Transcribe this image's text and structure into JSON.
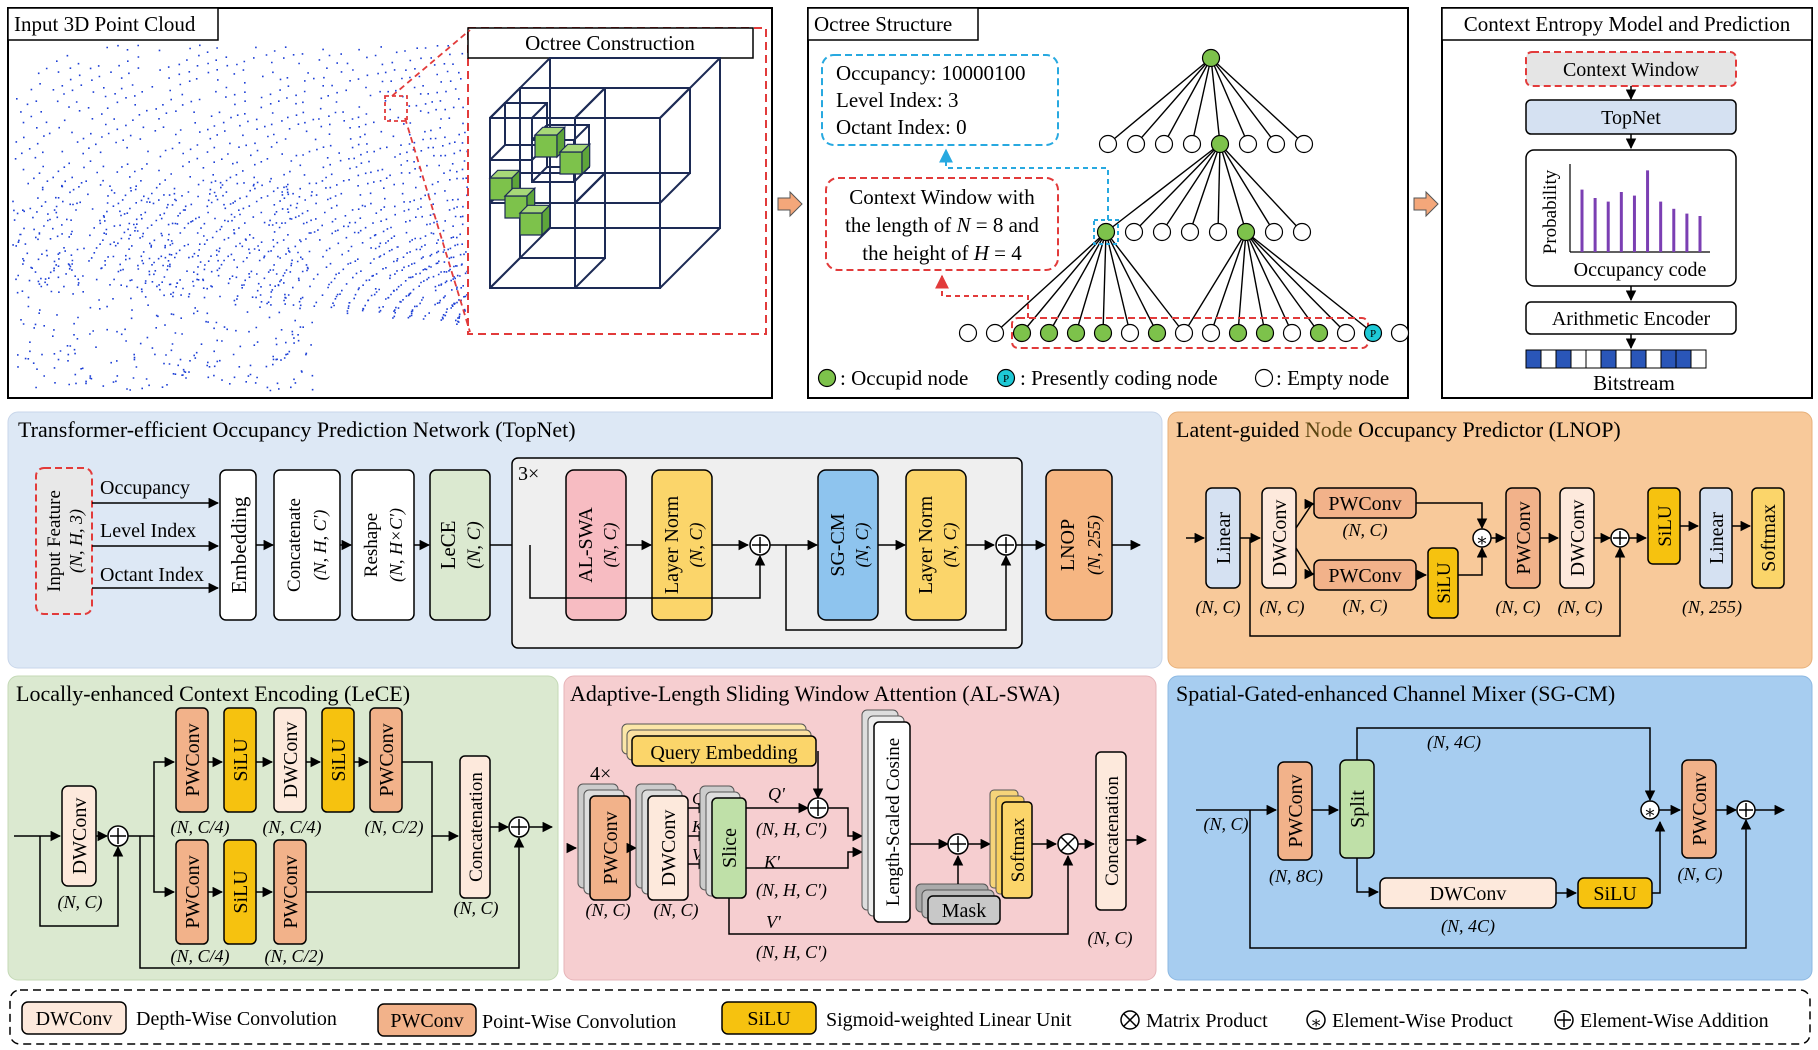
{
  "top": {
    "pc_title": "Input 3D Point Cloud",
    "octree_construction": "Octree Construction",
    "octree_title": "Octree Structure",
    "occupancy_line": "Occupancy: 10000100",
    "level_line": "Level Index: 3",
    "octant_line": "Octant Index: 0",
    "cw_line1": "Context Window with",
    "cw_line2_pre": "the length of ",
    "cw_line2_var": "N",
    "cw_line2_post": " = 8 and",
    "cw_line3_pre": "the height of ",
    "cw_line3_var": "H",
    "cw_line3_post": " = 4",
    "present_marker": "P",
    "legend_occupied": ": Occupid node",
    "legend_present": ": Presently coding node",
    "legend_empty": ": Empty node",
    "cem_title": "Context Entropy Model and Prediction",
    "context_window": "Context Window",
    "topnet": "TopNet",
    "prob_label": "Probability",
    "occ_code_label": "Occupancy code",
    "arith_encoder": "Arithmetic  Encoder",
    "bitstream": "Bitstream"
  },
  "topnet_panel": {
    "title": "Transformer-efficient Occupancy Prediction Network (TopNet)",
    "input_feature": "Input Feature",
    "input_dims": "(N, H, 3)",
    "occupancy": "Occupancy",
    "level_index": "Level Index",
    "octant_index": "Octant Index",
    "embedding": "Embedding",
    "concatenate": "Concatenate",
    "concat_dims": "(N, H, C')",
    "reshape": "Reshape",
    "reshape_dims": "(N, H×C')",
    "lece": "LeCE",
    "lece_dims": "(N, C)",
    "repeat": "3×",
    "alswa": "AL-SWA",
    "alswa_dims": "(N, C)",
    "layernorm": "Layer Norm",
    "layernorm_dims": "(N, C)",
    "sgcm": "SG-CM",
    "sgcm_dims": "(N, C)",
    "lnop": "LNOP",
    "lnop_dims": "(N, 255)"
  },
  "lnop_panel": {
    "title_pre": "Latent-guided ",
    "title_node": "Node",
    "title_post": " Occupancy Predictor (LNOP)",
    "linear": "Linear",
    "dwconv": "DWConv",
    "pwconv": "PWConv",
    "silu": "SiLU",
    "softmax": "Softmax",
    "nc": "(N, C)",
    "n255": "(N, 255)"
  },
  "lece_panel": {
    "title": "Locally-enhanced Context Encoding (LeCE)",
    "dwconv": "DWConv",
    "pwconv": "PWConv",
    "silu": "SiLU",
    "concatenation": "Concatenation",
    "nc": "(N, C)",
    "nc4": "(N, C/4)",
    "nc2": "(N, C/2)"
  },
  "alswa_panel": {
    "title": "Adaptive-Length Sliding Window Attention (AL-SWA)",
    "query_embedding": "Query Embedding",
    "repeat": "4×",
    "pwconv": "PWConv",
    "dwconv": "DWConv",
    "slice": "Slice",
    "q": "Q",
    "k": "K",
    "v": "V",
    "qp": "Q'",
    "kp": "K'",
    "vp": "V'",
    "nhc": "(N, H, C')",
    "lsc": "Length-Scaled Cosine",
    "mask": "Mask",
    "softmax": "Softmax",
    "concatenation": "Concatenation",
    "nc": "(N, C)"
  },
  "sgcm_panel": {
    "title": "Spatial-Gated-enhanced Channel Mixer (SG-CM)",
    "pwconv": "PWConv",
    "split": "Split",
    "dwconv": "DWConv",
    "silu": "SiLU",
    "nc": "(N, C)",
    "n8c": "(N, 8C)",
    "n4c": "(N, 4C)"
  },
  "legend": {
    "dwconv": "DWConv",
    "dwconv_desc": "Depth-Wise Convolution",
    "pwconv": "PWConv",
    "pwconv_desc": "Point-Wise Convolution",
    "silu": "SiLU",
    "silu_desc": "Sigmoid-weighted Linear Unit",
    "matrix_desc": "Matrix Product",
    "elemprod_desc": "Element-Wise Product",
    "elemadd_desc": "Element-Wise Addition"
  },
  "colors": {
    "occupied": "#7dc24b",
    "present": "#1ec9d6",
    "pwconv": "#f2b28a",
    "silu": "#f6c20f",
    "dwconv": "#fde9dc",
    "alswa": "#f7bcc2",
    "layernorm": "#fbd56a",
    "sgcm": "#8ec4ee",
    "lnop": "#f6b682",
    "linear": "#d5e1f2",
    "softmax": "#fbd56a",
    "topnet_bg": "#dde8f5",
    "lnop_bg": "#f8c99a",
    "lece_bg": "#dbe9d0",
    "alswa_bg": "#f6ced0",
    "sgcm_bg": "#a7cdf0",
    "point_cloud": "#1c3fd6",
    "dashed_red": "#e23b3b",
    "dashed_blue": "#28a9e0"
  },
  "chart_data": {
    "type": "bar",
    "values": [
      0.52,
      0.45,
      0.42,
      0.5,
      0.47,
      0.68,
      0.42,
      0.36,
      0.32,
      0.3
    ]
  }
}
